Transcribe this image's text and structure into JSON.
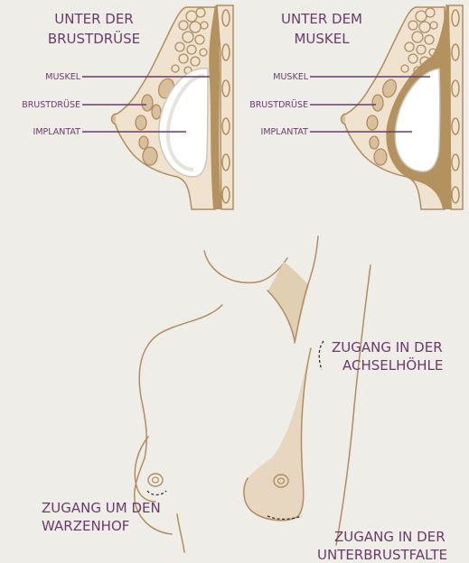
{
  "panels": {
    "left": {
      "title_line1": "UNTER DER",
      "title_line2": "BRUSTDRÜSE",
      "label_muscle": "MUSKEL",
      "label_gland": "BRUSTDRÜSE",
      "label_implant": "IMPLANTAT"
    },
    "right": {
      "title_line1": "UNTER DEM",
      "title_line2": "MUSKEL",
      "label_muscle": "MUSKEL",
      "label_gland": "BRUSTDRÜSE",
      "label_implant": "IMPLANTAT"
    }
  },
  "access_points": {
    "armpit_line1": "ZUGANG IN DER",
    "armpit_line2": "ACHSELHÖHLE",
    "areola_line1": "ZUGANG UM DEN",
    "areola_line2": "WARZENHOF",
    "fold_line1": "ZUGANG IN DER",
    "fold_line2": "UNTERBRUSTFALTE"
  },
  "colors": {
    "background": "#efede8",
    "label_text": "#6b3a6b",
    "tissue_outline": "#b08d60",
    "muscle_fill": "#b3925f",
    "fat_fill": "#efe3cf",
    "gland_fill": "#d8c09c",
    "implant_fill": "#ffffff",
    "skin_fill": "#e7d7c0"
  }
}
